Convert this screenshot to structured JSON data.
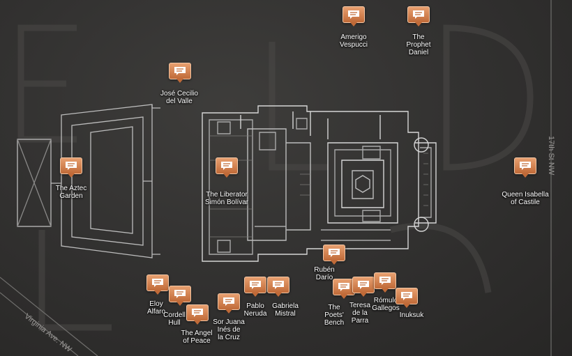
{
  "streets": {
    "virginia": "Virginia Ave. NW",
    "seventeenth": "17th St NW"
  },
  "pins": [
    {
      "lines": [
        "Amerigo",
        "Vespucci"
      ]
    },
    {
      "lines": [
        "The",
        "Prophet",
        "Daniel"
      ]
    },
    {
      "lines": [
        "José Cecilio",
        "del Valle"
      ]
    },
    {
      "lines": [
        "The Aztec",
        "Garden"
      ]
    },
    {
      "lines": [
        "The Liberator",
        "Simón Bolívar"
      ]
    },
    {
      "lines": [
        "Queen Isabella",
        "of Castile"
      ]
    },
    {
      "lines": [
        "Rubén",
        "Darío"
      ]
    },
    {
      "lines": [
        "Eloy",
        "Alfaro"
      ]
    },
    {
      "lines": [
        "Cordell",
        "Hull"
      ]
    },
    {
      "lines": [
        "The Angel",
        "of Peace"
      ]
    },
    {
      "lines": [
        "Sor Juana",
        "Inés de",
        "la Cruz"
      ]
    },
    {
      "lines": [
        "Pablo",
        "Neruda"
      ]
    },
    {
      "lines": [
        "Gabriela",
        "Mistral"
      ]
    },
    {
      "lines": [
        "The",
        "Poets'",
        "Bench"
      ]
    },
    {
      "lines": [
        "Teresa",
        "de la",
        "Parra"
      ]
    },
    {
      "lines": [
        "Rómulo",
        "Gallegos"
      ]
    },
    {
      "lines": [
        "Inuksuk"
      ]
    }
  ],
  "colors": {
    "background": "#333231",
    "outline": "#cfcfcf",
    "pin": "#d98a55",
    "label": "#ffffff"
  },
  "icon": "speech-bubble-icon"
}
